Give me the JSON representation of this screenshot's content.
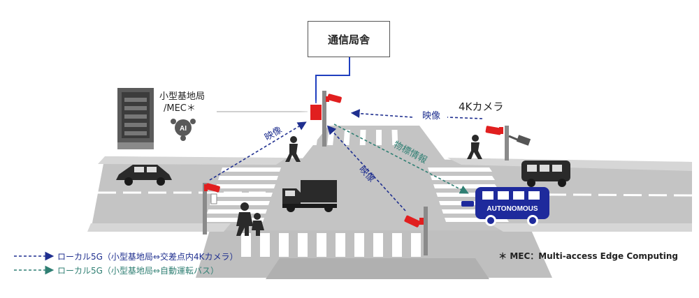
{
  "building": {
    "label": "通信局舎"
  },
  "base_station": {
    "label_line1": "小型基地局",
    "label_line2": "/MEC＊",
    "ai_badge": "AI"
  },
  "labels": {
    "camera": "4Kカメラ",
    "video_right": "映像",
    "video_left": "映像",
    "video_center": "映像",
    "object_info": "物標情報",
    "bus_text": "AUTONOMOUS"
  },
  "legend": [
    {
      "text": "ローカル5G（小型基地局⇔交差点内4Kカメラ）",
      "color": "#1f2f8f"
    },
    {
      "text": "ローカル5G（小型基地局⇔自動運転バス）",
      "color": "#2f7f73"
    }
  ],
  "note": "＊ MEC：Multi-access Edge Computing",
  "colors": {
    "road": "#bdbdbd",
    "road_dark": "#a8a8a8",
    "crosswalk": "#ffffff",
    "camera_red": "#e11f1f",
    "link_blue": "#1f2f8f",
    "link_teal": "#2f7f73",
    "bus_blue": "#1e2a9c"
  }
}
